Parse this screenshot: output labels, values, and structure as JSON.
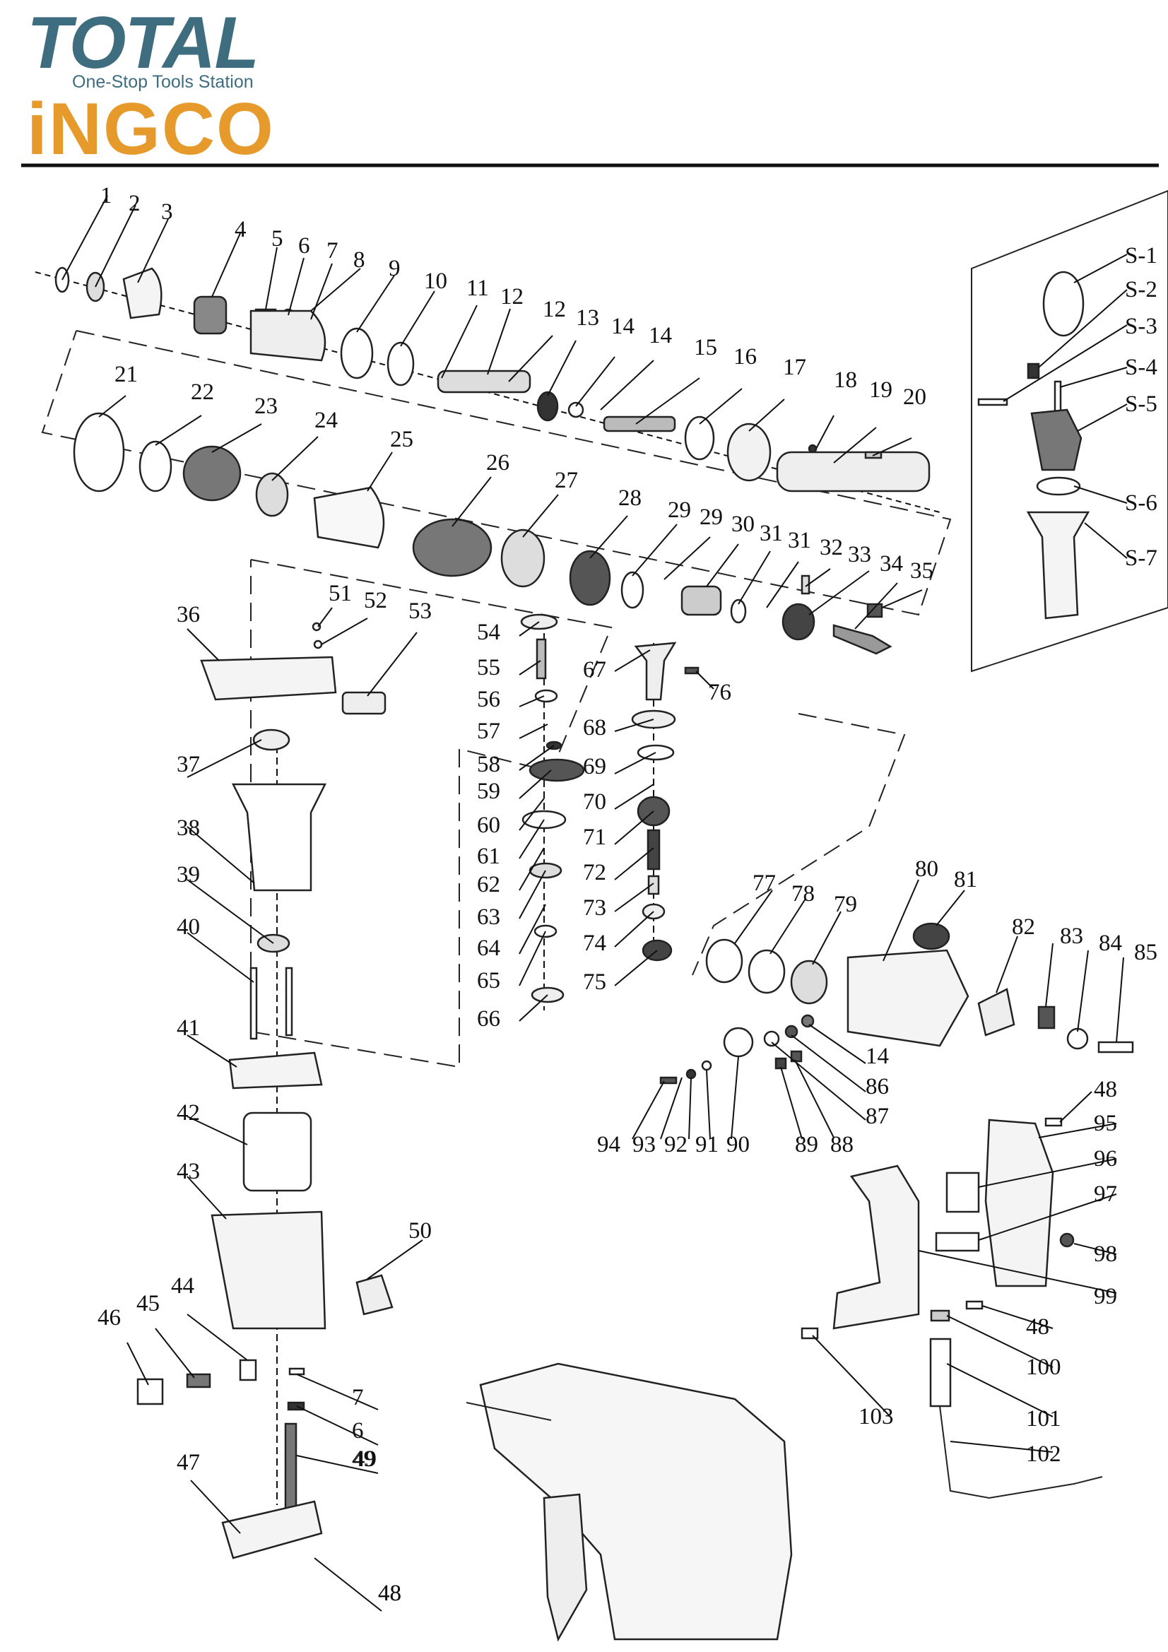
{
  "header": {
    "brand_primary": "TOTAL",
    "brand_tagline": "One-Stop Tools Station",
    "brand_secondary": "iNGCO",
    "colors": {
      "total": "#3e6d7f",
      "ingco": "#e69a2c",
      "rule": "#111111"
    }
  },
  "labels": [
    "1",
    "2",
    "3",
    "4",
    "5",
    "6",
    "7",
    "8",
    "9",
    "10",
    "11",
    "12",
    "12",
    "13",
    "14",
    "14",
    "15",
    "16",
    "17",
    "18",
    "19",
    "20",
    "21",
    "22",
    "23",
    "24",
    "25",
    "26",
    "27",
    "28",
    "29",
    "29",
    "30",
    "31",
    "31",
    "32",
    "33",
    "34",
    "35",
    "36",
    "37",
    "38",
    "39",
    "40",
    "41",
    "42",
    "43",
    "44",
    "45",
    "46",
    "47",
    "48",
    "49",
    "50",
    "51",
    "52",
    "53",
    "54",
    "55",
    "56",
    "57",
    "58",
    "59",
    "60",
    "61",
    "62",
    "63",
    "64",
    "65",
    "66",
    "67",
    "68",
    "69",
    "70",
    "71",
    "72",
    "73",
    "74",
    "75",
    "76",
    "77",
    "78",
    "79",
    "80",
    "81",
    "82",
    "83",
    "84",
    "85",
    "14",
    "86",
    "87",
    "88",
    "89",
    "94",
    "93",
    "92",
    "91",
    "90",
    "48",
    "95",
    "96",
    "97",
    "98",
    "99",
    "48",
    "100",
    "101",
    "102",
    "103",
    "7",
    "6",
    "49",
    "48",
    "S-1",
    "S-2",
    "S-3",
    "S-4",
    "S-5",
    "S-6",
    "S-7"
  ]
}
